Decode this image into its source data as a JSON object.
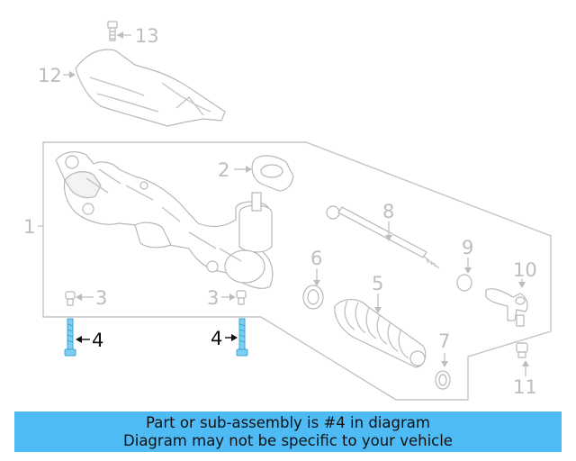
{
  "diagram": {
    "callouts": {
      "c1": "1",
      "c2": "2",
      "c3a": "3",
      "c3b": "3",
      "c4a": "4",
      "c4b": "4",
      "c5": "5",
      "c6": "6",
      "c7": "7",
      "c8": "8",
      "c9": "9",
      "c10": "10",
      "c11": "11",
      "c12": "12",
      "c13": "13"
    },
    "highlighted_part": "4"
  },
  "banner": {
    "line1": "Part or sub-assembly is #4 in diagram",
    "line2": "Diagram may not be specific to your vehicle",
    "color": "#4fbbf5"
  },
  "colors": {
    "outline": "#b8b8b8",
    "highlight": "#3aa6d8",
    "text_dim": "#bdbdbd",
    "text_hl": "#111111"
  }
}
